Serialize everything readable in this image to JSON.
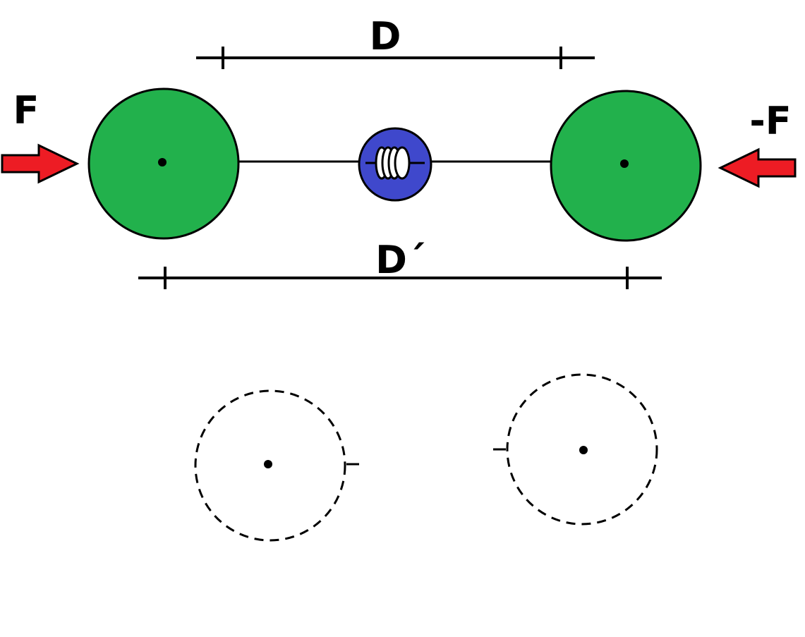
{
  "labels": {
    "distance_top": "D",
    "distance_bottom": "D´",
    "force_left": "F",
    "force_right": "-F"
  },
  "colors": {
    "mass_fill": "#22b14c",
    "spring_housing_fill": "#3f48cc",
    "arrow_fill": "#ed1c24",
    "stroke": "#000000",
    "background": "#ffffff"
  },
  "icons": {
    "spring": "coil-spring-icon",
    "force_arrow": "arrow-icon"
  }
}
